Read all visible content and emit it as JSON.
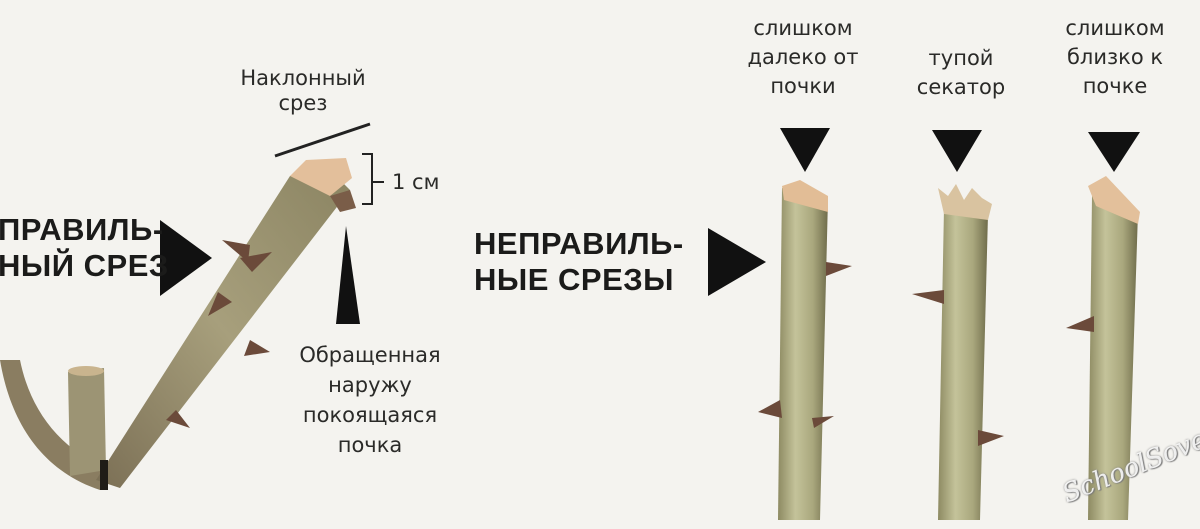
{
  "correct": {
    "label_lines": [
      "ПРАВИЛЬ-",
      "НЫЙ СРЕЗ"
    ],
    "slanted_cut_lines": [
      "Наклонный",
      "срез"
    ],
    "distance_label": "1 см",
    "bud_label_lines": [
      "Обращенная",
      "наружу",
      "покоящаяся",
      "почка"
    ]
  },
  "incorrect": {
    "label_lines": [
      "НЕПРАВИЛЬ-",
      "НЫЕ СРЕЗЫ"
    ],
    "cases": [
      {
        "lines": [
          "слишком",
          "далеко от",
          "почки"
        ]
      },
      {
        "lines": [
          "тупой",
          "секатор"
        ]
      },
      {
        "lines": [
          "слишком",
          "близко к",
          "почке"
        ]
      }
    ]
  },
  "watermark": "SchoolSovet",
  "colors": {
    "stem": "#b5b48a",
    "stem_dark": "#7d7a58",
    "cut": "#e6c09a",
    "thorn": "#6b4a3a",
    "text": "#1b1b1a"
  }
}
